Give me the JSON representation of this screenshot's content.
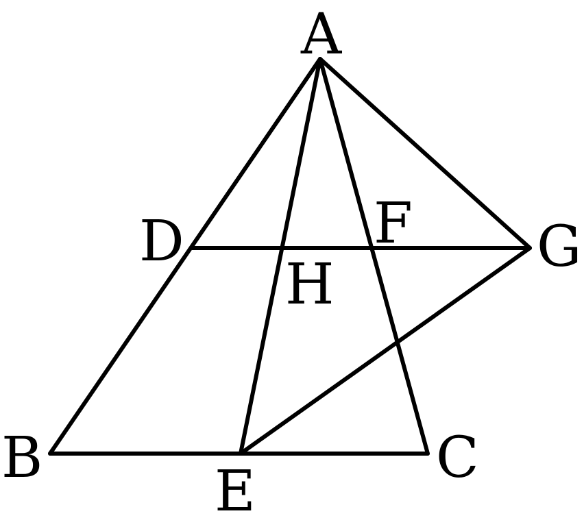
{
  "points": {
    "A": "A",
    "B": "B",
    "C": "C",
    "D": "D",
    "E": "E",
    "F": "F",
    "G": "G",
    "H": "H"
  },
  "segments": [
    "AB",
    "AC",
    "BC",
    "DG",
    "AG",
    "AE",
    "EG"
  ],
  "colors": {
    "stroke": "#000000",
    "background": "#ffffff"
  }
}
